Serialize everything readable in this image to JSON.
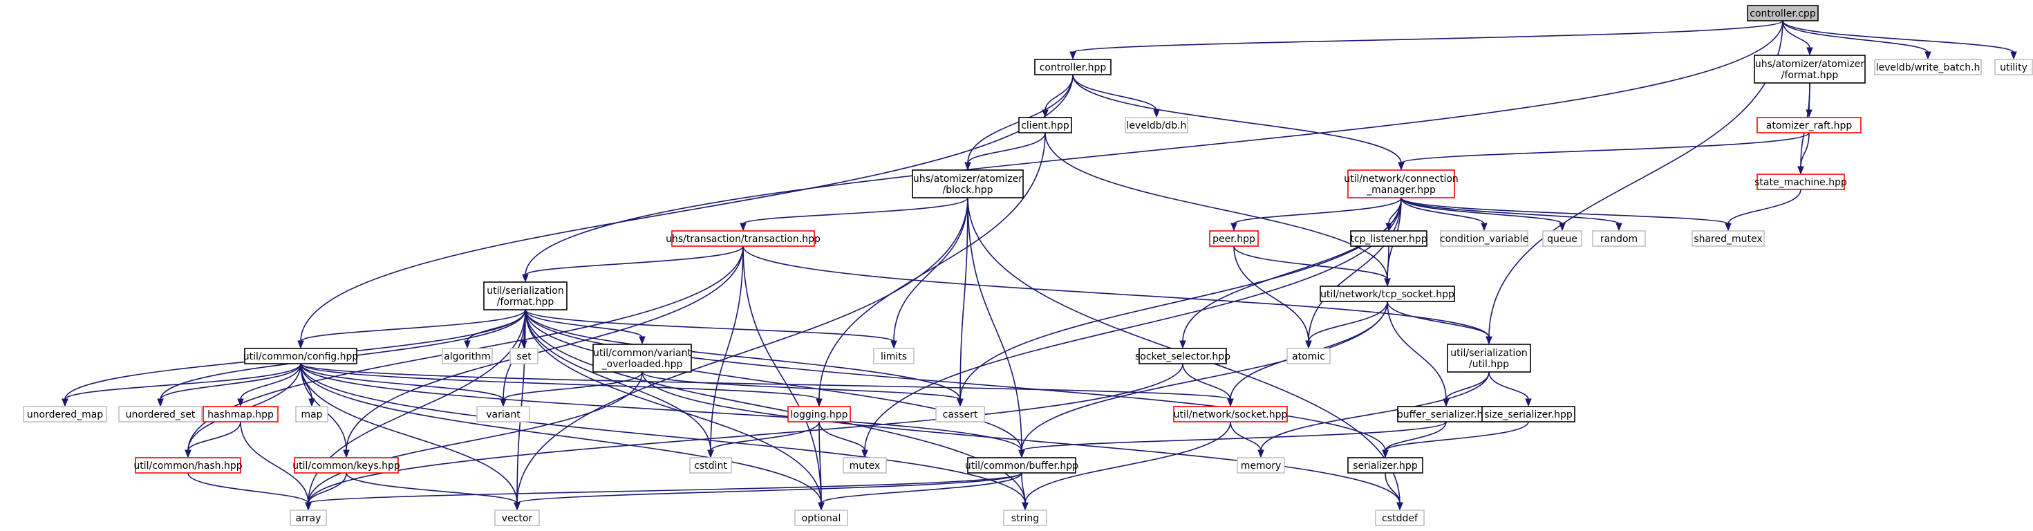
{
  "colors": {
    "root_fill": "#bfbfbf",
    "root_border": "#000000",
    "plain_border": "#000000",
    "linked_red_border": "#ff0000",
    "external_border": "#bfbfbf",
    "edge": "#191970"
  },
  "nodes": [
    {
      "id": "controller_cpp",
      "lines": [
        "controller.cpp"
      ],
      "kind": "root"
    },
    {
      "id": "controller_hpp",
      "lines": [
        "controller.hpp"
      ],
      "kind": "plain"
    },
    {
      "id": "atomizer_format",
      "lines": [
        "uhs/atomizer/atomizer",
        "/format.hpp"
      ],
      "kind": "plain"
    },
    {
      "id": "write_batch",
      "lines": [
        "leveldb/write_batch.h"
      ],
      "kind": "external"
    },
    {
      "id": "utility",
      "lines": [
        "utility"
      ],
      "kind": "external"
    },
    {
      "id": "client_hpp",
      "lines": [
        "client.hpp"
      ],
      "kind": "plain"
    },
    {
      "id": "leveldb_db",
      "lines": [
        "leveldb/db.h"
      ],
      "kind": "external"
    },
    {
      "id": "atomizer_raft",
      "lines": [
        "atomizer_raft.hpp"
      ],
      "kind": "red"
    },
    {
      "id": "block_hpp",
      "lines": [
        "uhs/atomizer/atomizer",
        "/block.hpp"
      ],
      "kind": "plain"
    },
    {
      "id": "connection_manager",
      "lines": [
        "util/network/connection",
        "_manager.hpp"
      ],
      "kind": "red"
    },
    {
      "id": "state_machine",
      "lines": [
        "state_machine.hpp"
      ],
      "kind": "red"
    },
    {
      "id": "transaction_hpp",
      "lines": [
        "uhs/transaction/transaction.hpp"
      ],
      "kind": "red"
    },
    {
      "id": "peer_hpp",
      "lines": [
        "peer.hpp"
      ],
      "kind": "red"
    },
    {
      "id": "tcp_listener",
      "lines": [
        "tcp_listener.hpp"
      ],
      "kind": "plain"
    },
    {
      "id": "condition_variable",
      "lines": [
        "condition_variable"
      ],
      "kind": "external"
    },
    {
      "id": "queue",
      "lines": [
        "queue"
      ],
      "kind": "external"
    },
    {
      "id": "random",
      "lines": [
        "random"
      ],
      "kind": "external"
    },
    {
      "id": "shared_mutex",
      "lines": [
        "shared_mutex"
      ],
      "kind": "external"
    },
    {
      "id": "ser_format",
      "lines": [
        "util/serialization",
        "/format.hpp"
      ],
      "kind": "plain"
    },
    {
      "id": "tcp_socket",
      "lines": [
        "util/network/tcp_socket.hpp"
      ],
      "kind": "plain"
    },
    {
      "id": "config_hpp",
      "lines": [
        "util/common/config.hpp"
      ],
      "kind": "plain"
    },
    {
      "id": "algorithm",
      "lines": [
        "algorithm"
      ],
      "kind": "external"
    },
    {
      "id": "set",
      "lines": [
        "set"
      ],
      "kind": "external"
    },
    {
      "id": "variant_overloaded",
      "lines": [
        "util/common/variant",
        "_overloaded.hpp"
      ],
      "kind": "plain"
    },
    {
      "id": "limits",
      "lines": [
        "limits"
      ],
      "kind": "external"
    },
    {
      "id": "socket_selector",
      "lines": [
        "socket_selector.hpp"
      ],
      "kind": "plain"
    },
    {
      "id": "atomic",
      "lines": [
        "atomic"
      ],
      "kind": "external"
    },
    {
      "id": "ser_util",
      "lines": [
        "util/serialization",
        "/util.hpp"
      ],
      "kind": "plain"
    },
    {
      "id": "unordered_map",
      "lines": [
        "unordered_map"
      ],
      "kind": "external"
    },
    {
      "id": "unordered_set",
      "lines": [
        "unordered_set"
      ],
      "kind": "external"
    },
    {
      "id": "hashmap_hpp",
      "lines": [
        "hashmap.hpp"
      ],
      "kind": "red"
    },
    {
      "id": "map",
      "lines": [
        "map"
      ],
      "kind": "external"
    },
    {
      "id": "variant",
      "lines": [
        "variant"
      ],
      "kind": "external"
    },
    {
      "id": "logging_hpp",
      "lines": [
        "logging.hpp"
      ],
      "kind": "red"
    },
    {
      "id": "cassert",
      "lines": [
        "cassert"
      ],
      "kind": "external"
    },
    {
      "id": "socket_hpp",
      "lines": [
        "util/network/socket.hpp"
      ],
      "kind": "red"
    },
    {
      "id": "buffer_serializer",
      "lines": [
        "buffer_serializer.hpp"
      ],
      "kind": "plain"
    },
    {
      "id": "size_serializer",
      "lines": [
        "size_serializer.hpp"
      ],
      "kind": "plain"
    },
    {
      "id": "hash_hpp",
      "lines": [
        "util/common/hash.hpp"
      ],
      "kind": "red"
    },
    {
      "id": "keys_hpp",
      "lines": [
        "util/common/keys.hpp"
      ],
      "kind": "red"
    },
    {
      "id": "cstdint",
      "lines": [
        "cstdint"
      ],
      "kind": "external"
    },
    {
      "id": "mutex",
      "lines": [
        "mutex"
      ],
      "kind": "external"
    },
    {
      "id": "buffer_hpp",
      "lines": [
        "util/common/buffer.hpp"
      ],
      "kind": "plain"
    },
    {
      "id": "memory",
      "lines": [
        "memory"
      ],
      "kind": "external"
    },
    {
      "id": "serializer_hpp",
      "lines": [
        "serializer.hpp"
      ],
      "kind": "plain"
    },
    {
      "id": "array",
      "lines": [
        "array"
      ],
      "kind": "external"
    },
    {
      "id": "vector",
      "lines": [
        "vector"
      ],
      "kind": "external"
    },
    {
      "id": "optional",
      "lines": [
        "optional"
      ],
      "kind": "external"
    },
    {
      "id": "string",
      "lines": [
        "string"
      ],
      "kind": "external"
    },
    {
      "id": "cstddef",
      "lines": [
        "cstddef"
      ],
      "kind": "external"
    }
  ],
  "edges": [
    [
      "controller_cpp",
      "controller_hpp"
    ],
    [
      "controller_cpp",
      "atomizer_format"
    ],
    [
      "controller_cpp",
      "write_batch"
    ],
    [
      "controller_cpp",
      "utility"
    ],
    [
      "controller_cpp",
      "ser_format"
    ],
    [
      "controller_cpp",
      "ser_util"
    ],
    [
      "controller_hpp",
      "client_hpp"
    ],
    [
      "controller_hpp",
      "leveldb_db"
    ],
    [
      "controller_hpp",
      "block_hpp"
    ],
    [
      "controller_hpp",
      "connection_manager"
    ],
    [
      "controller_hpp",
      "config_hpp"
    ],
    [
      "atomizer_format",
      "atomizer_raft"
    ],
    [
      "atomizer_format",
      "state_machine"
    ],
    [
      "atomizer_raft",
      "connection_manager"
    ],
    [
      "atomizer_raft",
      "state_machine"
    ],
    [
      "state_machine",
      "shared_mutex"
    ],
    [
      "client_hpp",
      "block_hpp"
    ],
    [
      "client_hpp",
      "tcp_socket"
    ],
    [
      "client_hpp",
      "logging_hpp"
    ],
    [
      "block_hpp",
      "transaction_hpp"
    ],
    [
      "block_hpp",
      "limits"
    ],
    [
      "block_hpp",
      "cassert"
    ],
    [
      "block_hpp",
      "buffer_hpp"
    ],
    [
      "block_hpp",
      "vector"
    ],
    [
      "block_hpp",
      "cstddef"
    ],
    [
      "connection_manager",
      "peer_hpp"
    ],
    [
      "connection_manager",
      "tcp_listener"
    ],
    [
      "connection_manager",
      "condition_variable"
    ],
    [
      "connection_manager",
      "queue"
    ],
    [
      "connection_manager",
      "random"
    ],
    [
      "connection_manager",
      "shared_mutex"
    ],
    [
      "connection_manager",
      "tcp_socket"
    ],
    [
      "connection_manager",
      "socket_selector"
    ],
    [
      "connection_manager",
      "atomic"
    ],
    [
      "connection_manager",
      "cassert"
    ],
    [
      "connection_manager",
      "mutex"
    ],
    [
      "transaction_hpp",
      "ser_format"
    ],
    [
      "transaction_hpp",
      "ser_util"
    ],
    [
      "transaction_hpp",
      "cstdint"
    ],
    [
      "transaction_hpp",
      "optional"
    ],
    [
      "transaction_hpp",
      "hash_hpp"
    ],
    [
      "transaction_hpp",
      "keys_hpp"
    ],
    [
      "peer_hpp",
      "tcp_socket"
    ],
    [
      "peer_hpp",
      "atomic"
    ],
    [
      "tcp_listener",
      "tcp_socket"
    ],
    [
      "tcp_socket",
      "atomic"
    ],
    [
      "tcp_socket",
      "ser_util"
    ],
    [
      "tcp_socket",
      "buffer_serializer"
    ],
    [
      "tcp_socket",
      "socket_hpp"
    ],
    [
      "tcp_socket",
      "buffer_hpp"
    ],
    [
      "ser_format",
      "config_hpp"
    ],
    [
      "ser_format",
      "algorithm"
    ],
    [
      "ser_format",
      "set"
    ],
    [
      "ser_format",
      "variant_overloaded"
    ],
    [
      "ser_format",
      "limits"
    ],
    [
      "ser_format",
      "cassert"
    ],
    [
      "ser_format",
      "unordered_map"
    ],
    [
      "ser_format",
      "unordered_set"
    ],
    [
      "ser_format",
      "variant"
    ],
    [
      "ser_format",
      "cstdint"
    ],
    [
      "ser_format",
      "buffer_hpp"
    ],
    [
      "ser_format",
      "serializer_hpp"
    ],
    [
      "ser_format",
      "optional"
    ],
    [
      "ser_format",
      "vector"
    ],
    [
      "ser_format",
      "string"
    ],
    [
      "ser_format",
      "array"
    ],
    [
      "config_hpp",
      "unordered_map"
    ],
    [
      "config_hpp",
      "unordered_set"
    ],
    [
      "config_hpp",
      "hashmap_hpp"
    ],
    [
      "config_hpp",
      "map"
    ],
    [
      "config_hpp",
      "variant"
    ],
    [
      "config_hpp",
      "logging_hpp"
    ],
    [
      "config_hpp",
      "socket_hpp"
    ],
    [
      "config_hpp",
      "hash_hpp"
    ],
    [
      "config_hpp",
      "keys_hpp"
    ],
    [
      "config_hpp",
      "buffer_hpp"
    ],
    [
      "config_hpp",
      "vector"
    ],
    [
      "config_hpp",
      "optional"
    ],
    [
      "config_hpp",
      "string"
    ],
    [
      "variant_overloaded",
      "variant"
    ],
    [
      "variant_overloaded",
      "cassert"
    ],
    [
      "variant_overloaded",
      "array"
    ],
    [
      "variant_overloaded",
      "cstddef"
    ],
    [
      "socket_selector",
      "socket_hpp"
    ],
    [
      "socket_selector",
      "array"
    ],
    [
      "ser_util",
      "buffer_serializer"
    ],
    [
      "ser_util",
      "size_serializer"
    ],
    [
      "ser_util",
      "memory"
    ],
    [
      "hashmap_hpp",
      "hash_hpp"
    ],
    [
      "hashmap_hpp",
      "array"
    ],
    [
      "logging_hpp",
      "cstdint"
    ],
    [
      "logging_hpp",
      "mutex"
    ],
    [
      "logging_hpp",
      "optional"
    ],
    [
      "socket_hpp",
      "memory"
    ],
    [
      "socket_hpp",
      "string"
    ],
    [
      "buffer_serializer",
      "serializer_hpp"
    ],
    [
      "buffer_serializer",
      "buffer_hpp"
    ],
    [
      "size_serializer",
      "serializer_hpp"
    ],
    [
      "hash_hpp",
      "array"
    ],
    [
      "keys_hpp",
      "array"
    ],
    [
      "keys_hpp",
      "vector"
    ],
    [
      "buffer_hpp",
      "vector"
    ],
    [
      "buffer_hpp",
      "string"
    ],
    [
      "buffer_hpp",
      "optional"
    ],
    [
      "buffer_hpp",
      "array"
    ],
    [
      "serializer_hpp",
      "cstddef"
    ]
  ]
}
